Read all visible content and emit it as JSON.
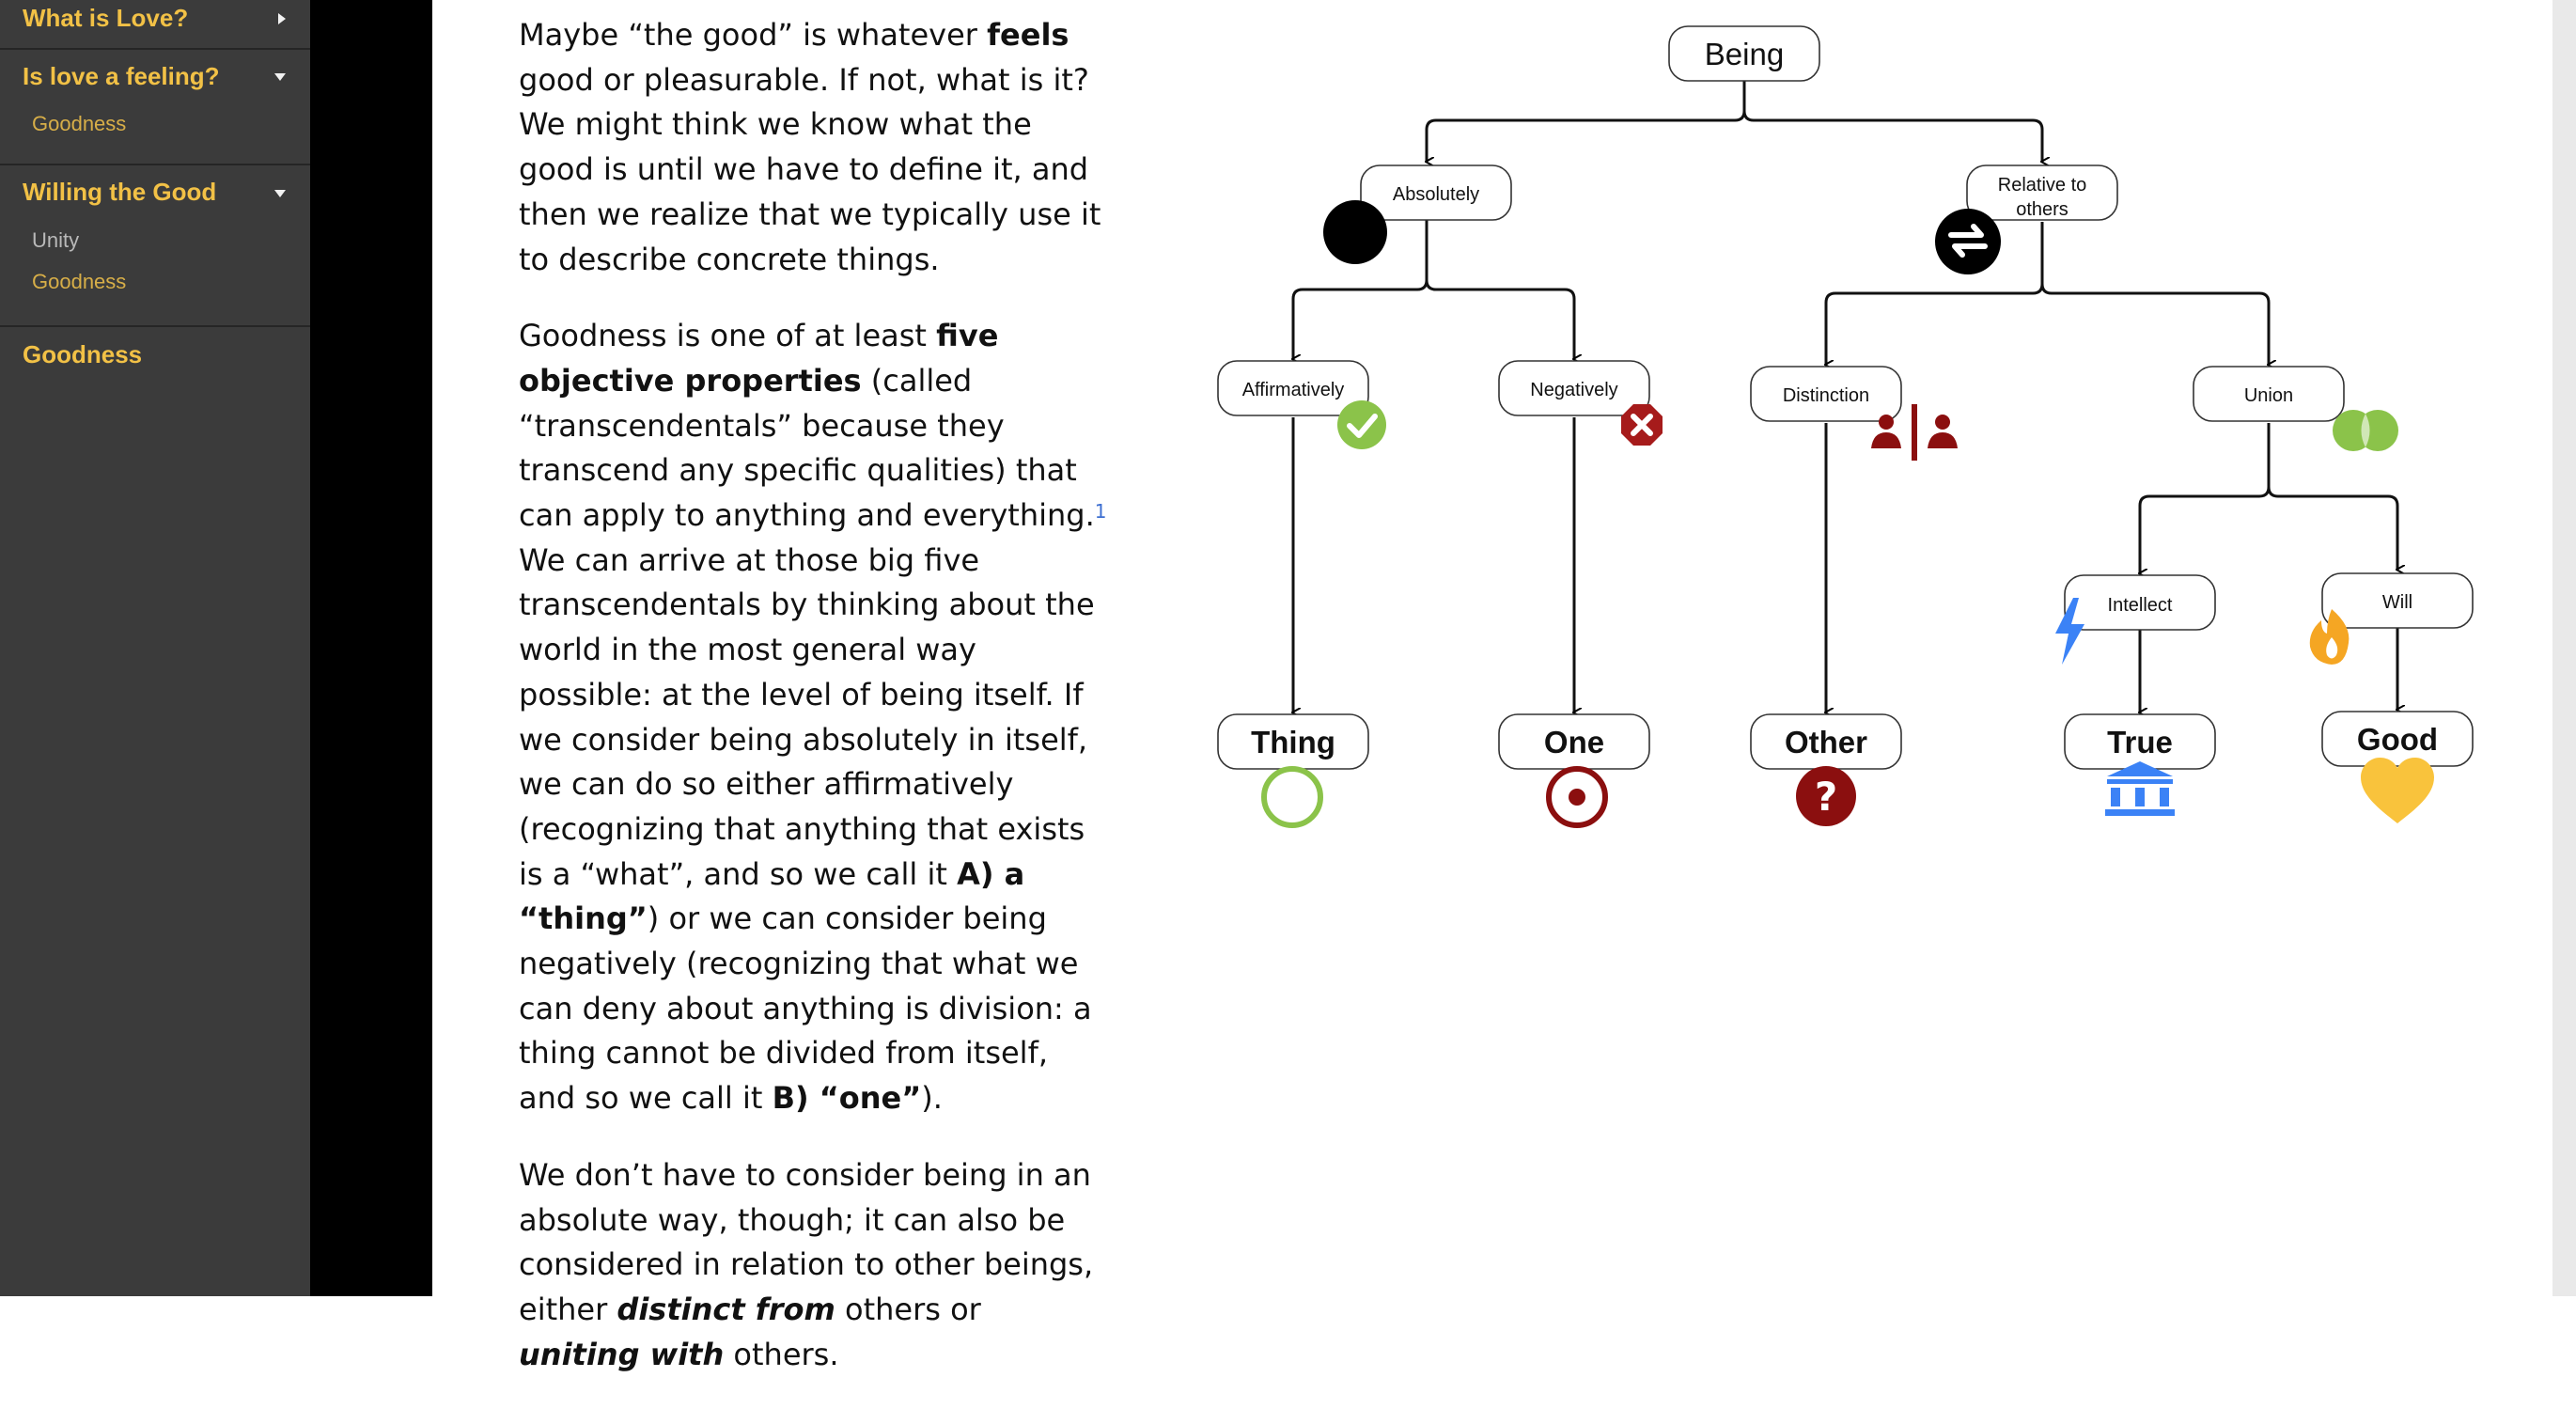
{
  "sidebar": {
    "sections": [
      {
        "title": "What is Love?",
        "items": []
      },
      {
        "title": "Is love a feeling?",
        "items": [
          "Goodness"
        ]
      },
      {
        "title": "Willing the Good",
        "items": [
          "Unity",
          "Goodness"
        ]
      },
      {
        "title": "Goodness",
        "items": []
      }
    ]
  },
  "article": {
    "p1": {
      "a": "Maybe “the good” is whatever ",
      "b": "feels",
      "c": " good or pleasurable. If not, what is it? We might think we know what the good is until we have to define it, and then we realize that we typically use it to describe concrete things."
    },
    "p2": {
      "a": "Goodness is one of at least ",
      "b": "five objective properties",
      "c": " (called “transcendentals” because they transcend any specific qualities) that can apply to anything and everything.",
      "footnote": "1",
      "d": " We can arrive at those big five transcendentals by thinking about the world in the most general way possible: at the level of being itself. If we consider being absolutely in itself, we can do so either affirmatively (recognizing that anything that exists is a “what”, and so we call it ",
      "e": "A) a “thing”",
      "f": ") or we can consider being negatively (recognizing that what we can deny about anything is division: a thing cannot be divided from itself, and so we call it ",
      "g": "B) “one”",
      "h": ")."
    },
    "p3": {
      "a": "We don’t have to consider being in an absolute way, though; it can also be considered in relation to other beings, either ",
      "b": "distinct from",
      "c": " others or ",
      "d": "uniting with",
      "e": " others."
    }
  },
  "diagram": {
    "root": "Being",
    "absolutely": "Absolutely",
    "relative_line1": "Relative to",
    "relative_line2": "others",
    "affirmatively": "Affirmatively",
    "negatively": "Negatively",
    "distinction": "Distinction",
    "union": "Union",
    "intellect": "Intellect",
    "will": "Will",
    "thing": "Thing",
    "one": "One",
    "other": "Other",
    "true": "True",
    "good": "Good",
    "colors": {
      "black": "#000000",
      "green": "#8bc34a",
      "dark_red": "#8b0000",
      "blue": "#3b82f6",
      "gold": "#f9c33c",
      "orange": "#f5a623"
    },
    "icons": [
      "black-circle-icon",
      "swap-arrows-icon",
      "check-circle-icon",
      "close-octagon-icon",
      "distinct-people-icon",
      "overlapping-circles-icon",
      "lightning-icon",
      "flame-icon",
      "empty-circle-icon",
      "target-icon",
      "question-circle-icon",
      "bank-icon",
      "heart-icon"
    ]
  }
}
